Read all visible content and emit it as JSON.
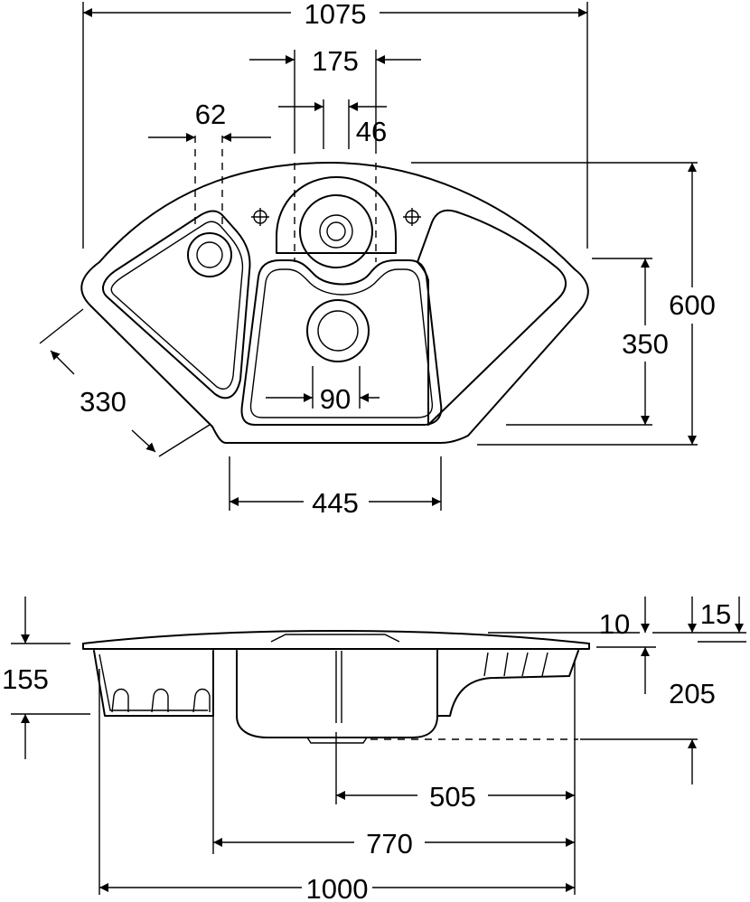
{
  "drawing": {
    "top_view": {
      "overall_width": "1075",
      "tap_spacing": "175",
      "left_offset": "62",
      "tap_hole": "46",
      "overall_depth": "600",
      "bowl_depth": "350",
      "drain_hole": "90",
      "side_length": "330",
      "bowl_width": "445"
    },
    "side_view": {
      "lip": "10",
      "rim_height": "15",
      "left_depth": "155",
      "bowl_depth": "205",
      "drain_offset": "505",
      "bowl_span": "770",
      "overall_length": "1000"
    }
  }
}
